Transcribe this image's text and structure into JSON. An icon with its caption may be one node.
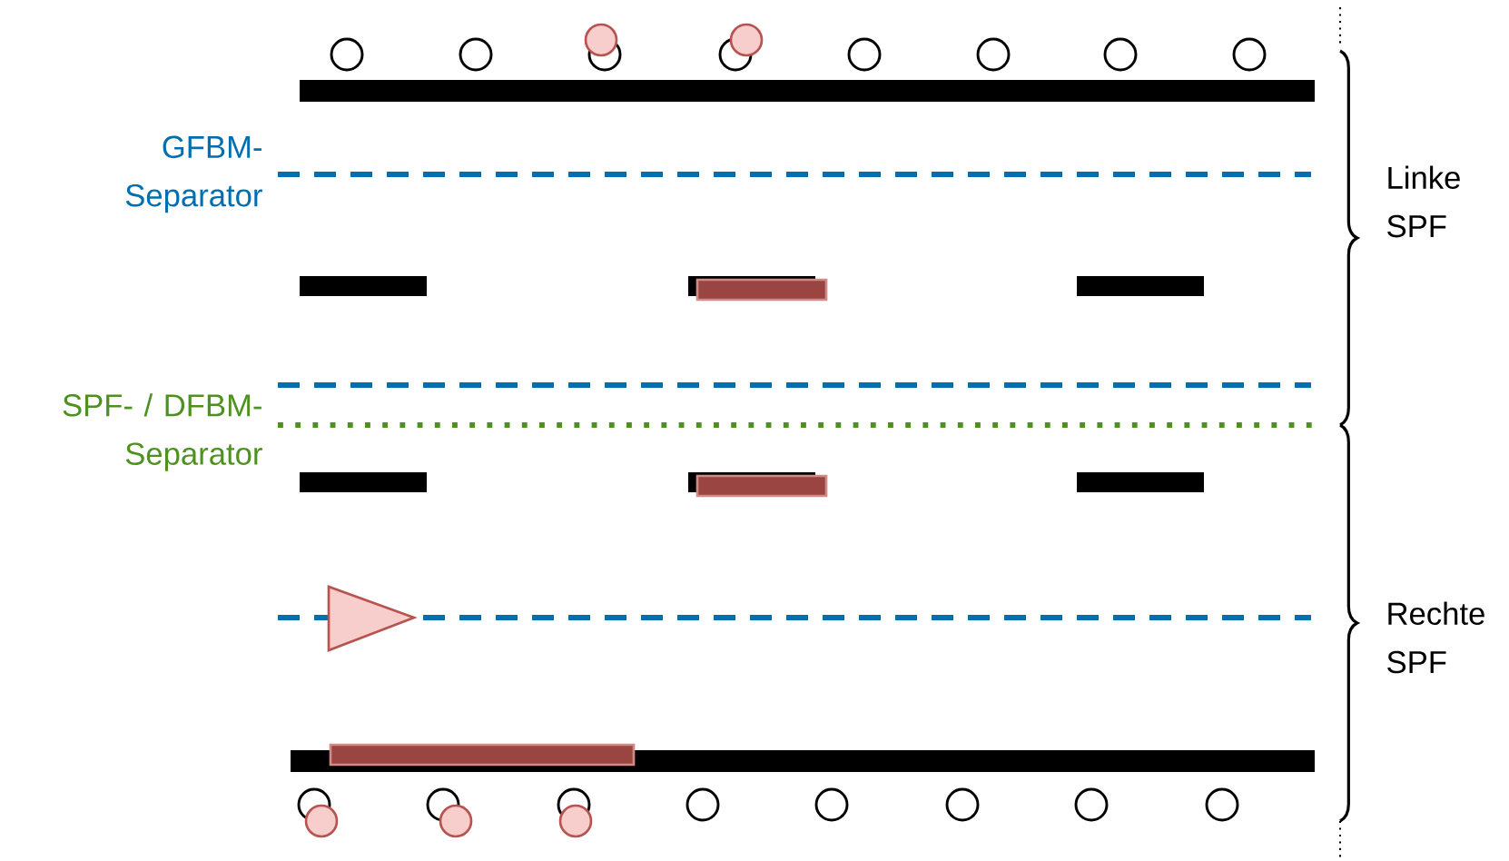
{
  "diagram": {
    "labels": [
      "GFBM-Separator",
      "SPF- / DFBM-Separator",
      "Linke SPF",
      "Rechte SPF"
    ]
  }
}
